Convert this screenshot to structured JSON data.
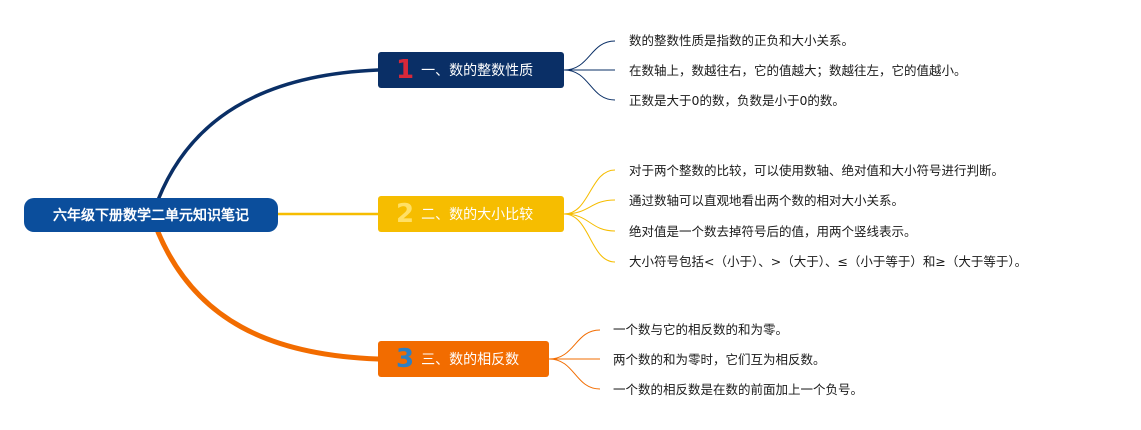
{
  "root": {
    "label": "六年级下册数学二单元知识笔记",
    "color": "#0b4e9c"
  },
  "branches": [
    {
      "number": "1",
      "label": "一、数的整数性质",
      "box_color": "#0a2f66",
      "number_color": "#d8283a",
      "line_color": "#0a2f66",
      "items": [
        "数的整数性质是指数的正负和大小关系。",
        "在数轴上，数越往右，它的值越大；数越往左，它的值越小。",
        "正数是大于0的数，负数是小于0的数。"
      ]
    },
    {
      "number": "2",
      "label": "二、数的大小比较",
      "box_color": "#f6bd00",
      "number_color": "#ffe066",
      "line_color": "#f6bd00",
      "items": [
        "对于两个整数的比较，可以使用数轴、绝对值和大小符号进行判断。",
        "通过数轴可以直观地看出两个数的相对大小关系。",
        "绝对值是一个数去掉符号后的值，用两个竖线表示。",
        "大小符号包括<（小于）、>（大于）、≤（小于等于）和≥（大于等于）。"
      ]
    },
    {
      "number": "3",
      "label": "三、数的相反数",
      "box_color": "#f26c00",
      "number_color": "#2f7fc1",
      "line_color": "#f26c00",
      "items": [
        "一个数与它的相反数的和为零。",
        "两个数的和为零时，它们互为相反数。",
        "一个数的相反数是在数的前面加上一个负号。"
      ]
    }
  ]
}
